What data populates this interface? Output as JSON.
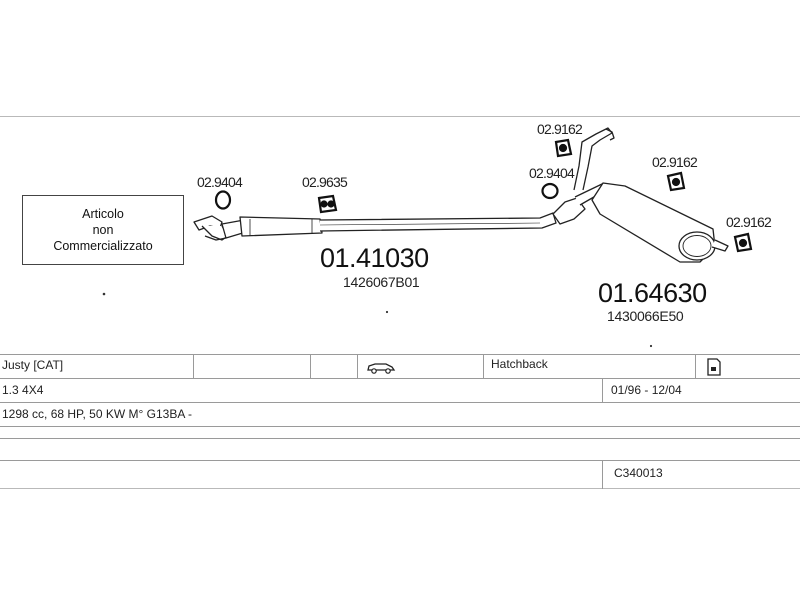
{
  "notice": {
    "line1": "Articolo",
    "line2": "non",
    "line3": "Commercializzato"
  },
  "parts": {
    "gasket_front": "02.9404",
    "hanger_front": "02.9635",
    "hanger_top": "02.9162",
    "gasket_rear": "02.9404",
    "hanger_right": "02.9162",
    "hanger_tail": "02.9162"
  },
  "middle_section": {
    "code": "01.41030",
    "oem": "1426067B01"
  },
  "rear_section": {
    "code": "01.64630",
    "oem": "1430066E50"
  },
  "vehicle": {
    "model": "Justy  [CAT]",
    "body": "Hatchback",
    "engine_short": "1.3 4X4",
    "years": "01/96 - 12/04",
    "engine_detail": "1298 cc, 68 HP, 50 KW M° G13BA -",
    "catalog_code": "C340013"
  },
  "icons": {
    "car": "car-icon",
    "doc": "document-icon"
  }
}
